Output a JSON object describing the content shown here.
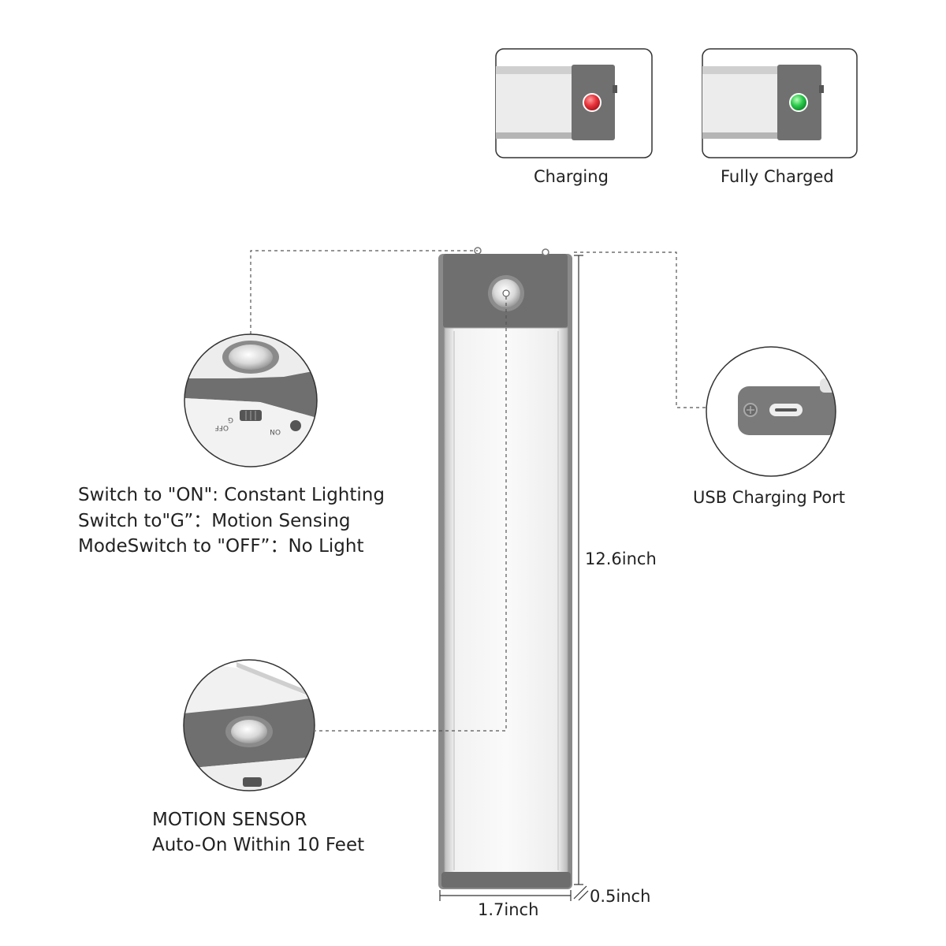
{
  "status": {
    "charging_label": "Charging",
    "full_label": "Fully Charged",
    "charging_color": "#e8323a",
    "full_color": "#28c94a"
  },
  "switch_info": {
    "lines": [
      "Switch to \"ON\": Constant Lighting",
      "Switch to\"G”：Motion Sensing",
      "ModeSwitch to \"OFF”：No Light"
    ],
    "switch_marks": [
      "ON",
      "G",
      "OFF"
    ]
  },
  "usb": {
    "label": "USB Charging Port"
  },
  "motion": {
    "lines": [
      "MOTION SENSOR",
      "Auto-On Within 10 Feet"
    ]
  },
  "dimensions": {
    "height": "12.6inch",
    "width": "1.7inch",
    "depth": "0.5inch"
  },
  "colors": {
    "housing": "#6f6f6f",
    "panel": "#ececec",
    "dash": "#555555"
  },
  "icons": [
    "motion-sensor-icon",
    "switch-icon",
    "usb-c-port-icon",
    "led-indicator-icon"
  ]
}
